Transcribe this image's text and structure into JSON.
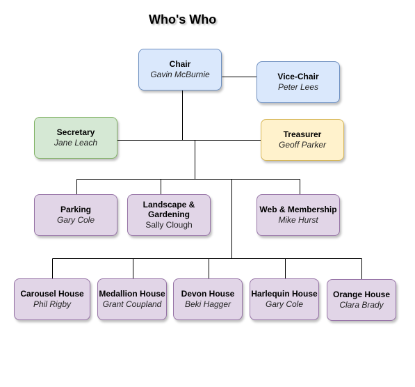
{
  "title": "Who's Who",
  "nodes": {
    "chair": {
      "role": "Chair",
      "person": "Gavin McBurnie"
    },
    "vice_chair": {
      "role": "Vice-Chair",
      "person": "Peter Lees"
    },
    "secretary": {
      "role": "Secretary",
      "person": "Jane Leach"
    },
    "treasurer": {
      "role": "Treasurer",
      "person": "Geoff Parker"
    },
    "parking": {
      "role": "Parking",
      "person": "Gary Cole"
    },
    "landscape": {
      "role": "Landscape & Gardening",
      "person": "Sally Clough"
    },
    "web": {
      "role": "Web & Membership",
      "person": "Mike Hurst"
    },
    "carousel": {
      "role": "Carousel House",
      "person": "Phil Rigby"
    },
    "medallion": {
      "role": "Medallion House",
      "person": "Grant Coupland"
    },
    "devon": {
      "role": "Devon House",
      "person": "Beki Hagger"
    },
    "harlequin": {
      "role": "Harlequin House",
      "person": "Gary Cole"
    },
    "orange": {
      "role": "Orange House",
      "person": "Clara Brady"
    }
  }
}
